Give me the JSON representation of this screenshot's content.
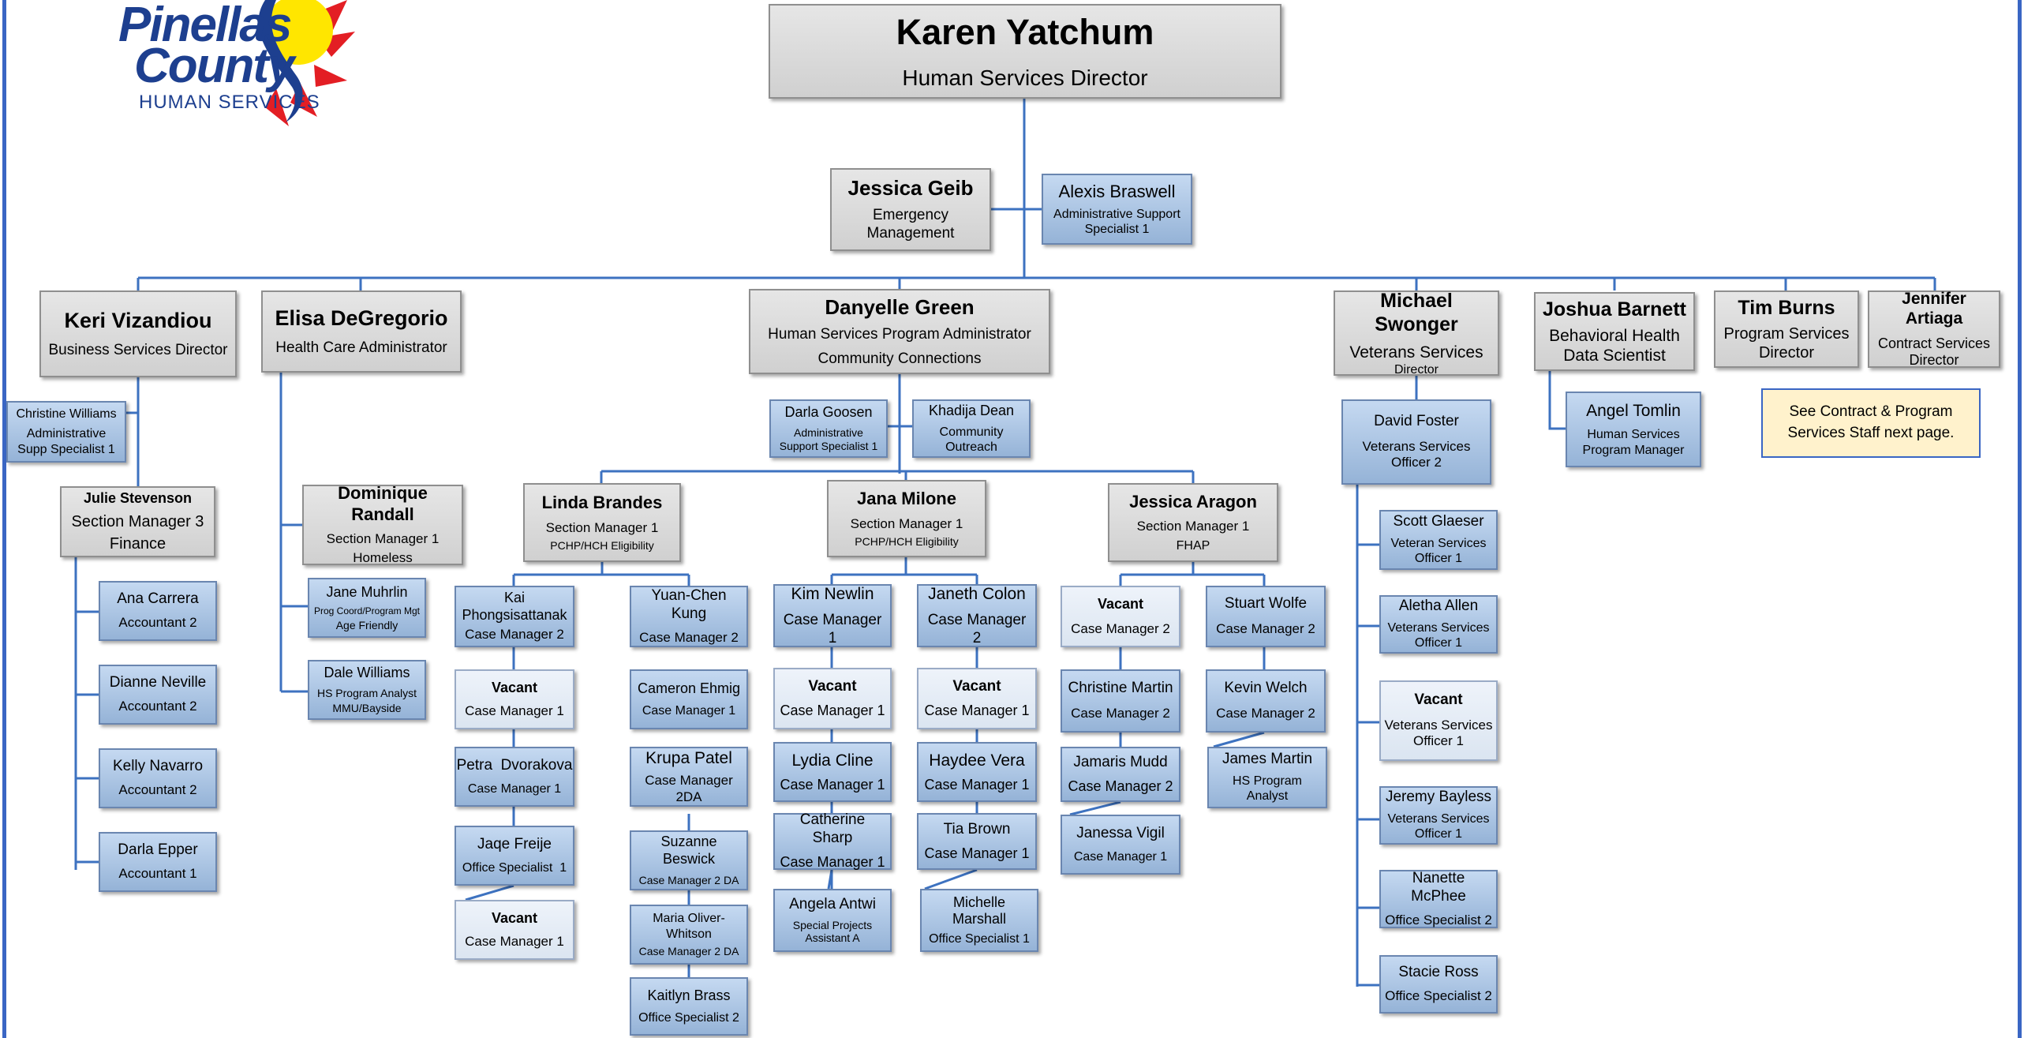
{
  "logo": {
    "line1": "Pinellas",
    "line2": "County",
    "line3": "HUMAN SERVICES"
  },
  "director": {
    "name": "Karen Yatchum",
    "title": "Human Services Director"
  },
  "geib": {
    "name": "Jessica Geib",
    "title1": "Emergency",
    "title2": "Management"
  },
  "braswell": {
    "name": "Alexis Braswell",
    "title1": "Administrative Support",
    "title2": "Specialist 1"
  },
  "vizandiou": {
    "name": "Keri Vizandiou",
    "title": "Business Services Director"
  },
  "cwilliams": {
    "name": "Christine Williams",
    "title1": "Administrative",
    "title2": "Supp Specialist 1"
  },
  "stevenson": {
    "name": "Julie Stevenson",
    "title1": "Section Manager 3",
    "title2": "Finance"
  },
  "carrera": {
    "name": "Ana Carrera",
    "title": "Accountant 2"
  },
  "neville": {
    "name": "Dianne Neville",
    "title": "Accountant 2"
  },
  "navarro": {
    "name": "Kelly Navarro",
    "title": "Accountant 2"
  },
  "epper": {
    "name": "Darla Epper",
    "title": "Accountant 1"
  },
  "degregorio": {
    "name": "Elisa DeGregorio",
    "title": "Health Care Administrator"
  },
  "randall": {
    "name": "Dominique Randall",
    "title1": "Section Manager 1",
    "title2": "Homeless"
  },
  "muhrlin": {
    "name": "Jane Muhrlin",
    "title1": "Prog Coord/Program Mgt",
    "title2": "Age Friendly"
  },
  "dwilliams": {
    "name": "Dale Williams",
    "title1": "HS Program Analyst",
    "title2": "MMU/Bayside"
  },
  "green": {
    "name": "Danyelle Green",
    "title1": "Human Services Program Administrator",
    "title2": "Community Connections"
  },
  "goosen": {
    "name": "Darla Goosen",
    "title1": "Administrative",
    "title2": "Support Specialist 1"
  },
  "dean": {
    "name": "Khadija Dean",
    "title1": "Community",
    "title2": "Outreach"
  },
  "brandes": {
    "name": "Linda Brandes",
    "title1": "Section Manager 1",
    "title2": "PCHP/HCH Eligibility"
  },
  "milone": {
    "name": "Jana Milone",
    "title1": "Section Manager 1",
    "title2": "PCHP/HCH Eligibility"
  },
  "aragon": {
    "name": "Jessica Aragon",
    "title1": "Section Manager 1",
    "title2": "FHAP"
  },
  "phong": {
    "name1": "Kai",
    "name2": "Phongsisattanak",
    "title": "Case Manager 2"
  },
  "vac1": {
    "name": "Vacant",
    "title": "Case Manager 1"
  },
  "dvorakova": {
    "name": "Petra  Dvorakova",
    "title": "Case Manager 1"
  },
  "freije": {
    "name": "Jaqe Freije",
    "title": "Office Specialist  1"
  },
  "vac2": {
    "name": "Vacant",
    "title": "Case Manager 1"
  },
  "kung": {
    "name": "Yuan-Chen Kung",
    "title": "Case Manager 2"
  },
  "ehmig": {
    "name": "Cameron Ehmig",
    "title": "Case Manager 1"
  },
  "patel": {
    "name": "Krupa Patel",
    "title": "Case Manager 2DA"
  },
  "beswick": {
    "name": "Suzanne Beswick",
    "title": "Case Manager 2 DA"
  },
  "oliver": {
    "name1": "Maria Oliver-",
    "name2": "Whitson",
    "title": "Case Manager 2 DA"
  },
  "brass": {
    "name": "Kaitlyn Brass",
    "title": "Office Specialist 2"
  },
  "newlin": {
    "name": "Kim Newlin",
    "title": "Case Manager 1"
  },
  "vac3": {
    "name": "Vacant",
    "title": "Case Manager 1"
  },
  "cline": {
    "name": "Lydia Cline",
    "title": "Case Manager 1"
  },
  "sharp": {
    "name": "Catherine Sharp",
    "title": "Case Manager 1"
  },
  "antwi": {
    "name": "Angela Antwi",
    "title1": "Special Projects",
    "title2": "Assistant A"
  },
  "colon": {
    "name": "Janeth Colon",
    "title": "Case Manager 2"
  },
  "vac4": {
    "name": "Vacant",
    "title": "Case Manager 1"
  },
  "vera": {
    "name": "Haydee Vera",
    "title": "Case Manager 1"
  },
  "tbrown": {
    "name": "Tia Brown",
    "title": "Case Manager 1"
  },
  "marshall": {
    "name1": "Michelle",
    "name2": "Marshall",
    "title": "Office Specialist 1"
  },
  "vac5": {
    "name": "Vacant",
    "title": "Case Manager 2"
  },
  "cmartin": {
    "name": "Christine Martin",
    "title": "Case Manager 2"
  },
  "mudd": {
    "name": "Jamaris Mudd",
    "title": "Case Manager 2"
  },
  "vigil": {
    "name": "Janessa Vigil",
    "title": "Case Manager 1"
  },
  "wolfe": {
    "name": "Stuart Wolfe",
    "title": "Case Manager 2"
  },
  "welch": {
    "name": "Kevin Welch",
    "title": "Case Manager 2"
  },
  "jmartin": {
    "name": "James Martin",
    "title1": "HS Program",
    "title2": "Analyst"
  },
  "swonger": {
    "name": "Michael Swonger",
    "title1": "Veterans Services",
    "title2": "Director"
  },
  "foster": {
    "name": "David Foster",
    "title1": "Veterans Services",
    "title2": "Officer 2"
  },
  "glaeser": {
    "name": "Scott Glaeser",
    "title1": "Veteran Services",
    "title2": "Officer 1"
  },
  "allen": {
    "name": "Aletha Allen",
    "title1": "Veterans Services",
    "title2": "Officer 1"
  },
  "vac6": {
    "name": "Vacant",
    "title1": "Veterans Services",
    "title2": "Officer 1"
  },
  "bayless": {
    "name": "Jeremy Bayless",
    "title1": "Veterans Services",
    "title2": "Officer 1"
  },
  "mcphee": {
    "name": "Nanette McPhee",
    "title": "Office Specialist 2"
  },
  "ross": {
    "name": "Stacie Ross",
    "title": "Office Specialist 2"
  },
  "barnett": {
    "name": "Joshua Barnett",
    "title1": "Behavioral Health",
    "title2": "Data Scientist"
  },
  "tomlin": {
    "name": "Angel Tomlin",
    "title1": "Human Services",
    "title2": "Program Manager"
  },
  "burns": {
    "name": "Tim Burns",
    "title1": "Program Services",
    "title2": "Director"
  },
  "artiaga": {
    "name": "Jennifer Artiaga",
    "title1": "Contract Services",
    "title2": "Director"
  },
  "note": {
    "line1": "See Contract & Program",
    "line2": "Services Staff next page."
  },
  "colors": {
    "connector": "#3d72c0",
    "frame": "#3a66c4",
    "staff_fill": "#95b3d7",
    "manager_fill": "#d9d9d9",
    "note_fill": "#fff2cc"
  }
}
